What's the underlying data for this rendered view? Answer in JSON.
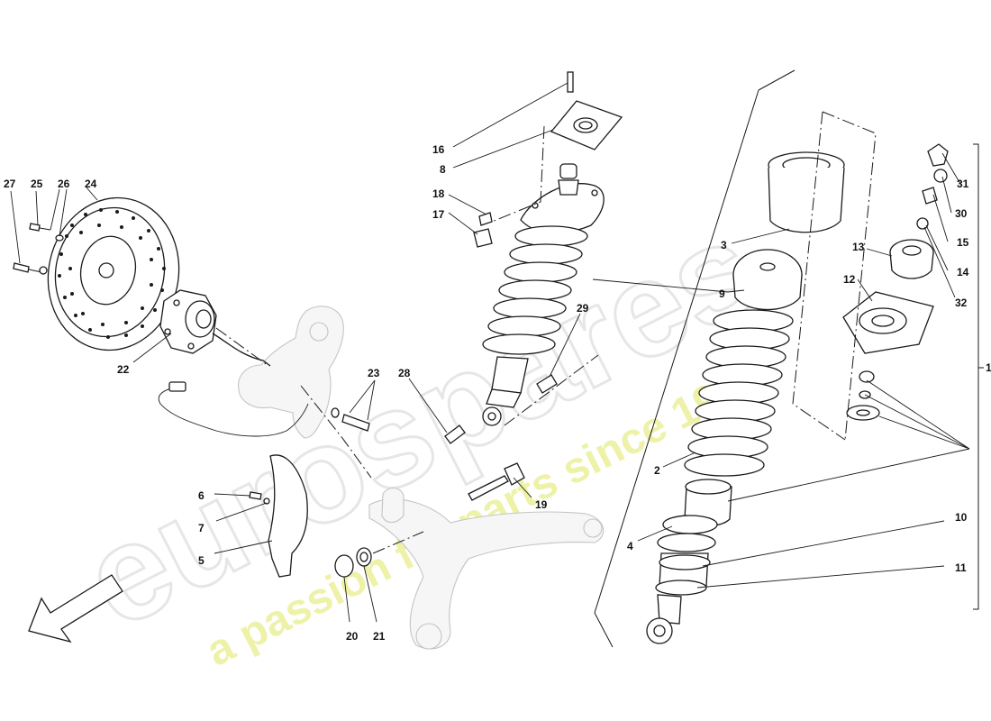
{
  "diagram": {
    "watermark": {
      "brand": "eurospares",
      "tagline": "a passion for parts since 1985",
      "brand_color": "#e8e8e8",
      "tagline_color": "#eef2a8"
    },
    "callouts": {
      "c1": "1",
      "c2": "2",
      "c3": "3",
      "c4": "4",
      "c5": "5",
      "c6": "6",
      "c7": "7",
      "c8": "8",
      "c9": "9",
      "c10": "10",
      "c11": "11",
      "c12": "12",
      "c13": "13",
      "c14": "14",
      "c15": "15",
      "c16": "16",
      "c17": "17",
      "c18": "18",
      "c19": "19",
      "c20": "20",
      "c21": "21",
      "c22": "22",
      "c23": "23",
      "c24": "24",
      "c25": "25",
      "c26": "26",
      "c27": "27",
      "c28": "28",
      "c29": "29",
      "c30": "30",
      "c31": "31",
      "c32": "32"
    },
    "direction_arrow": "front-direction-arrow"
  }
}
